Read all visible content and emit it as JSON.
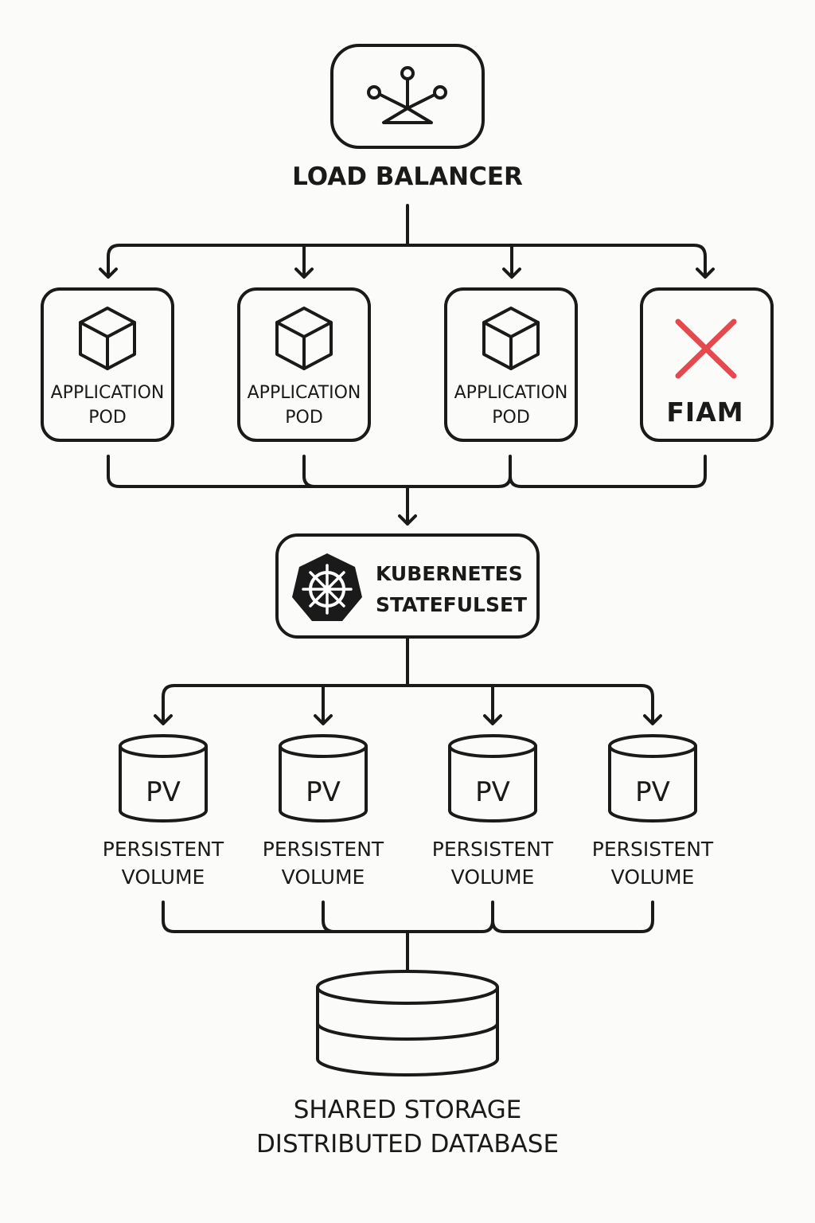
{
  "load_balancer": {
    "label": "LOAD BALANCER",
    "icon": "load-balancer-icon"
  },
  "pods": [
    {
      "line1": "APPLICATION",
      "line2": "POD",
      "icon": "cube-icon",
      "status": "ok"
    },
    {
      "line1": "APPLICATION",
      "line2": "POD",
      "icon": "cube-icon",
      "status": "ok"
    },
    {
      "line1": "APPLICATION",
      "line2": "POD",
      "icon": "cube-icon",
      "status": "ok"
    },
    {
      "line1": "FIAM",
      "line2": "",
      "icon": "red-x-icon",
      "status": "failed"
    }
  ],
  "statefulset": {
    "line1": "KUBERNETES",
    "line2": "STATEFULSET",
    "icon": "kubernetes-helm-icon"
  },
  "volumes": [
    {
      "badge": "PV",
      "line1": "PERSISTENT",
      "line2": "VOLUME"
    },
    {
      "badge": "PV",
      "line1": "PERSISTENT",
      "line2": "VOLUME"
    },
    {
      "badge": "PV",
      "line1": "PERSISTENT",
      "line2": "VOLUME"
    },
    {
      "badge": "PV",
      "line1": "PERSISTENT",
      "line2": "VOLUME"
    }
  ],
  "database": {
    "line1": "SHARED STORAGE",
    "line2": "DISTRIBUTED DATABASE",
    "icon": "database-cylinder-icon"
  },
  "colors": {
    "stroke": "#1a1a1a",
    "background": "#fbfbf9",
    "failure": "#e5484d"
  }
}
